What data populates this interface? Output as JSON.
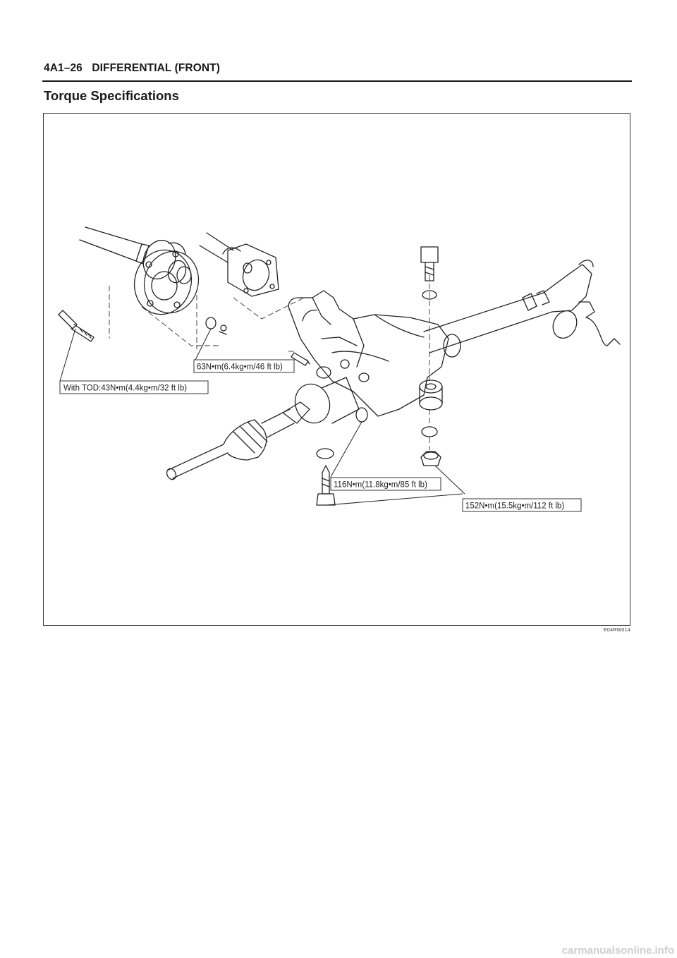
{
  "page": {
    "section": "4A1–26",
    "chapter": "DIFFERENTIAL (FRONT)",
    "title": "Torque Specifications",
    "figure_code": "E04RW014",
    "watermark": "carmanualsonline.info"
  },
  "callouts": {
    "tod_bolt": "With TOD:43N•m(4.4kg•m/32 ft lb)",
    "flange_bolt": "63N•m(6.4kg•m/46 ft lb)",
    "mount_bolt_front": "116N•m(11.8kg•m/85 ft lb)",
    "mount_bolt_rear": "152N•m(15.5kg•m/112 ft lb)"
  }
}
